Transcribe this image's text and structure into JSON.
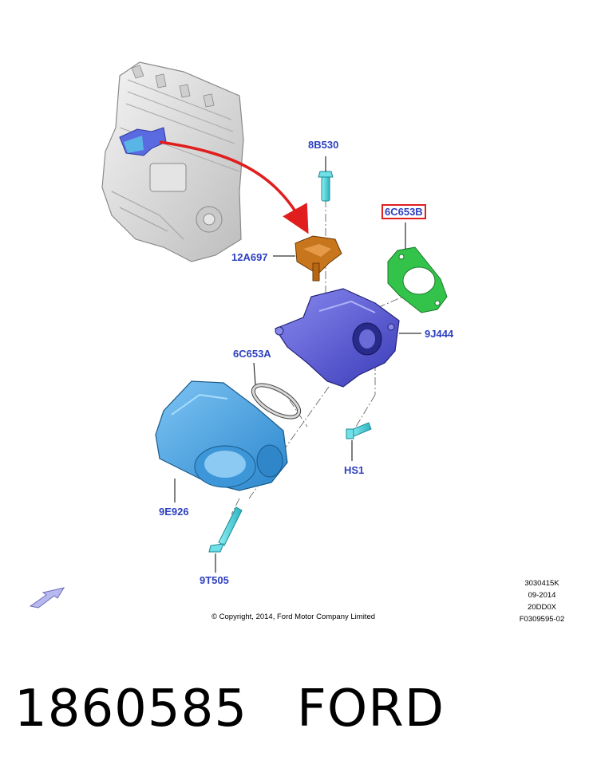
{
  "callouts": {
    "c_8b530": "8B530",
    "c_12a697": "12A697",
    "c_6c653b": "6C653B",
    "c_9j444": "9J444",
    "c_6c653a": "6C653A",
    "c_hs1": "HS1",
    "c_9e926": "9E926",
    "c_9t505": "9T505"
  },
  "copyright": "© Copyright, 2014, Ford Motor Company Limited",
  "meta": [
    "3030415K",
    "09-2014",
    "20DD0X",
    "F0309595-02"
  ],
  "footer": {
    "part_number": "1860585",
    "brand": "FORD"
  },
  "colors": {
    "callout_text": "#2d3fbf",
    "highlight_box": "#e01e1e",
    "engine": "#d8d8d8",
    "sensor_bracket": "#c8761e",
    "gasket": "#33c24a",
    "egr_housing": "#5a5ad8",
    "throttle_body": "#4aa6e8",
    "bolts": "#4fd0d8",
    "arrow": "#e01e1e"
  },
  "icons": {
    "orientation_arrow": "orientation-arrow-icon"
  }
}
